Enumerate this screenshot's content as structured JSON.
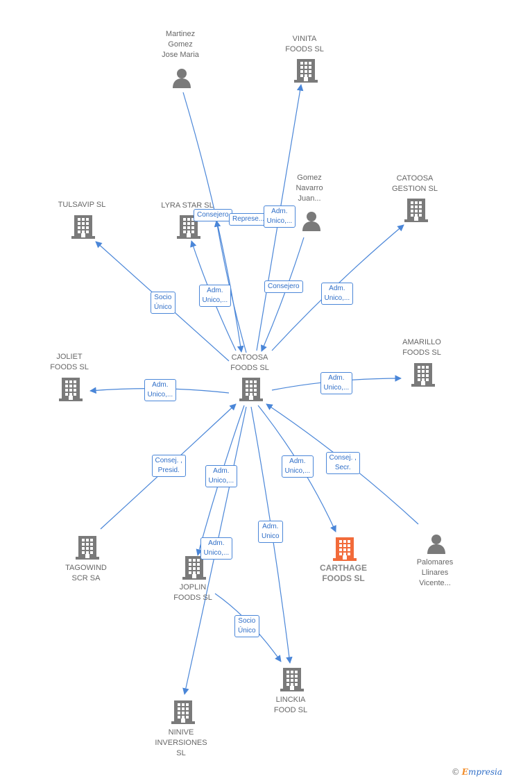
{
  "colors": {
    "edge": "#4a86d8",
    "company": "#7a7a7a",
    "person": "#7a7a7a",
    "focus": "#f26b3a"
  },
  "nodes": [
    {
      "id": "martinez",
      "type": "person",
      "icon": "person-icon",
      "label": "Martinez\nGomez\nJose Maria"
    },
    {
      "id": "vinita",
      "type": "company",
      "icon": "building-icon",
      "label": "VINITA\nFOODS SL"
    },
    {
      "id": "gomez",
      "type": "person",
      "icon": "person-icon",
      "label": "Gomez\nNavarro\nJuan..."
    },
    {
      "id": "tulsavip",
      "type": "company",
      "icon": "building-icon",
      "label": "TULSAVIP SL"
    },
    {
      "id": "lyra",
      "type": "company",
      "icon": "building-icon",
      "label": "LYRA STAR SL"
    },
    {
      "id": "catoosa_gestion",
      "type": "company",
      "icon": "building-icon",
      "label": "CATOOSA\nGESTION SL"
    },
    {
      "id": "catoosa_foods",
      "type": "company",
      "icon": "building-icon",
      "label": "CATOOSA\nFOODS SL"
    },
    {
      "id": "joliet",
      "type": "company",
      "icon": "building-icon",
      "label": "JOLIET\nFOODS SL"
    },
    {
      "id": "amarillo",
      "type": "company",
      "icon": "building-icon",
      "label": "AMARILLO\nFOODS SL"
    },
    {
      "id": "tagowind",
      "type": "company",
      "icon": "building-icon",
      "label": "TAGOWIND\nSCR SA"
    },
    {
      "id": "joplin",
      "type": "company",
      "icon": "building-icon",
      "label": "JOPLIN\nFOODS SL"
    },
    {
      "id": "carthage",
      "type": "focus",
      "icon": "building-icon",
      "label": "CARTHAGE\nFOODS SL"
    },
    {
      "id": "palomares",
      "type": "person",
      "icon": "person-icon",
      "label": "Palomares\nLlinares\nVicente..."
    },
    {
      "id": "linckia",
      "type": "company",
      "icon": "building-icon",
      "label": "LINCKIA\nFOOD SL"
    },
    {
      "id": "ninive",
      "type": "company",
      "icon": "building-icon",
      "label": "NINIVE\nINVERSIONES\nSL"
    }
  ],
  "edges": [
    {
      "from": "martinez",
      "to": "catoosa_foods",
      "label": "Consejero"
    },
    {
      "from": "catoosa_foods",
      "to": "lyra",
      "label": "Represe..."
    },
    {
      "from": "catoosa_foods",
      "to": "vinita",
      "label": "Adm.\nUnico,..."
    },
    {
      "from": "gomez",
      "to": "catoosa_foods",
      "label": "Consejero"
    },
    {
      "from": "catoosa_foods",
      "to": "tulsavip",
      "label": "Socio\nÚnico"
    },
    {
      "from": "catoosa_foods",
      "to": "lyra",
      "label": "Adm.\nUnico,..."
    },
    {
      "from": "catoosa_foods",
      "to": "catoosa_gestion",
      "label": "Adm.\nUnico,..."
    },
    {
      "from": "catoosa_foods",
      "to": "joliet",
      "label": "Adm.\nUnico,..."
    },
    {
      "from": "catoosa_foods",
      "to": "amarillo",
      "label": "Adm.\nUnico,..."
    },
    {
      "from": "tagowind",
      "to": "catoosa_foods",
      "label": "Consej. ,\nPresid."
    },
    {
      "from": "catoosa_foods",
      "to": "joplin",
      "label": "Adm.\nUnico,..."
    },
    {
      "from": "catoosa_foods",
      "to": "carthage",
      "label": "Adm.\nUnico,..."
    },
    {
      "from": "palomares",
      "to": "catoosa_foods",
      "label": "Consej. ,\nSecr."
    },
    {
      "from": "catoosa_foods",
      "to": "linckia",
      "label": "Adm.\nUnico"
    },
    {
      "from": "catoosa_foods",
      "to": "ninive",
      "label": "Adm.\nUnico,..."
    },
    {
      "from": "joplin",
      "to": "linckia",
      "label": "Socio\nÚnico"
    }
  ],
  "brand": {
    "copyright": "©",
    "name": "mpresia",
    "initial": "E"
  }
}
